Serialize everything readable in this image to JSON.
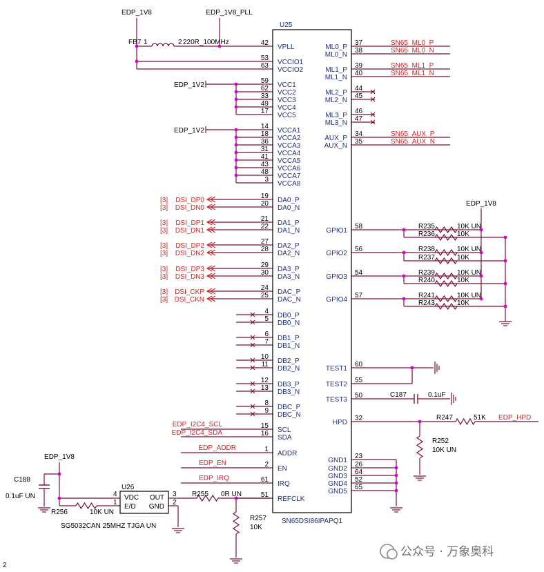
{
  "chip": {
    "ref": "U25",
    "part": "SN65DSI86IPAPQ1",
    "left_pins": [
      {
        "num": "42",
        "name": "VPLL"
      },
      {
        "num": "53",
        "name": "VCCIO1"
      },
      {
        "num": "63",
        "name": "VCCIO2"
      },
      {
        "num": "59",
        "name": "VCC1"
      },
      {
        "num": "62",
        "name": "VCC2"
      },
      {
        "num": "33",
        "name": "VCC3"
      },
      {
        "num": "49",
        "name": "VCC4"
      },
      {
        "num": "17",
        "name": "VCC5"
      },
      {
        "num": "14",
        "name": "VCCA1"
      },
      {
        "num": "18",
        "name": "VCCA2"
      },
      {
        "num": "36",
        "name": "VCCA3"
      },
      {
        "num": "31",
        "name": "VCCA4"
      },
      {
        "num": "41",
        "name": "VCCA5"
      },
      {
        "num": "43",
        "name": "VCCA6"
      },
      {
        "num": "48",
        "name": "VCCA7"
      },
      {
        "num": "3",
        "name": "VCCA8"
      },
      {
        "num": "19",
        "name": "DA0_P"
      },
      {
        "num": "20",
        "name": "DA0_N"
      },
      {
        "num": "21",
        "name": "DA1_P"
      },
      {
        "num": "22",
        "name": "DA1_N"
      },
      {
        "num": "27",
        "name": "DA2_P"
      },
      {
        "num": "28",
        "name": "DA2_N"
      },
      {
        "num": "29",
        "name": "DA3_P"
      },
      {
        "num": "30",
        "name": "DA3_N"
      },
      {
        "num": "24",
        "name": "DAC_P"
      },
      {
        "num": "25",
        "name": "DAC_N"
      },
      {
        "num": "4",
        "name": "DB0_P"
      },
      {
        "num": "5",
        "name": "DB0_N"
      },
      {
        "num": "6",
        "name": "DB1_P"
      },
      {
        "num": "7",
        "name": "DB1_N"
      },
      {
        "num": "10",
        "name": "DB2_P"
      },
      {
        "num": "11",
        "name": "DB2_N"
      },
      {
        "num": "12",
        "name": "DB3_P"
      },
      {
        "num": "13",
        "name": "DB3_N"
      },
      {
        "num": "8",
        "name": "DBC_P"
      },
      {
        "num": "9",
        "name": "DBC_N"
      },
      {
        "num": "15",
        "name": "SCL"
      },
      {
        "num": "16",
        "name": "SDA"
      },
      {
        "num": "1",
        "name": "ADDR"
      },
      {
        "num": "2",
        "name": "EN"
      },
      {
        "num": "61",
        "name": "IRQ"
      },
      {
        "num": "51",
        "name": "REFCLK"
      }
    ],
    "right_pins": [
      {
        "num": "37",
        "name": "ML0_P"
      },
      {
        "num": "38",
        "name": "ML0_N"
      },
      {
        "num": "39",
        "name": "ML1_P"
      },
      {
        "num": "40",
        "name": "ML1_N"
      },
      {
        "num": "44",
        "name": "ML2_P"
      },
      {
        "num": "45",
        "name": "ML2_N"
      },
      {
        "num": "46",
        "name": "ML3_P"
      },
      {
        "num": "47",
        "name": "ML3_N"
      },
      {
        "num": "34",
        "name": "AUX_P"
      },
      {
        "num": "35",
        "name": "AUX_N"
      },
      {
        "num": "58",
        "name": "GPIO1"
      },
      {
        "num": "56",
        "name": "GPIO2"
      },
      {
        "num": "54",
        "name": "GPIO3"
      },
      {
        "num": "57",
        "name": "GPIO4"
      },
      {
        "num": "60",
        "name": "TEST1"
      },
      {
        "num": "55",
        "name": "TEST2"
      },
      {
        "num": "50",
        "name": "TEST3"
      },
      {
        "num": "32",
        "name": "HPD"
      },
      {
        "num": "23",
        "name": "GND1"
      },
      {
        "num": "26",
        "name": "GND2"
      },
      {
        "num": "64",
        "name": "GND3"
      },
      {
        "num": "52",
        "name": "GND4"
      },
      {
        "num": "65",
        "name": "GND5"
      }
    ]
  },
  "nets_left": {
    "edp_1v8_top": "EDP_1V8",
    "edp_1v8_pll": "EDP_1V8_PLL",
    "edp_1v2_vcc": "EDP_1V2",
    "edp_1v2_vcca": "EDP_1V2",
    "dsi": [
      {
        "ref": "[3]",
        "name": "DSI_DP0"
      },
      {
        "ref": "[3]",
        "name": "DSI_DN0"
      },
      {
        "ref": "[3]",
        "name": "DSI_DP1"
      },
      {
        "ref": "[3]",
        "name": "DSI_DN1"
      },
      {
        "ref": "[3]",
        "name": "DSI_DP2"
      },
      {
        "ref": "[3]",
        "name": "DSI_DN2"
      },
      {
        "ref": "[3]",
        "name": "DSI_DP3"
      },
      {
        "ref": "[3]",
        "name": "DSI_DN3"
      },
      {
        "ref": "[3]",
        "name": "DSI_CKP"
      },
      {
        "ref": "[3]",
        "name": "DSI_CKN"
      }
    ],
    "i2c_scl": "EDP_I2C4_SCL",
    "i2c_sda": "EDP_I2C4_SDA",
    "addr": "EDP_ADDR",
    "en": "EDP_EN",
    "irq": "EDP_IRQ"
  },
  "nets_right": {
    "ml": [
      "SN65_ML0_P",
      "SN65_ML0_N",
      "SN65_ML1_P",
      "SN65_ML1_N"
    ],
    "aux": [
      "SN65_AUX_P",
      "SN65_AUX_N"
    ],
    "gpio_supply": "EDP_1V8",
    "hpd": "EDP_HPD"
  },
  "components": {
    "ferrite_ref": "FB7",
    "ferrite_pin1": "1",
    "ferrite_pin2": "2",
    "ferrite_value": "220R_100MHz",
    "gpio_resistors": [
      {
        "ref": "R235",
        "value": "10K UN"
      },
      {
        "ref": "R236",
        "value": "10K"
      },
      {
        "ref": "R238",
        "value": "10K UN"
      },
      {
        "ref": "R237",
        "value": "10K"
      },
      {
        "ref": "R239",
        "value": "10K UN"
      },
      {
        "ref": "R240",
        "value": "10K"
      },
      {
        "ref": "R241",
        "value": "10K UN"
      },
      {
        "ref": "R243",
        "value": "10K"
      }
    ],
    "c187_ref": "C187",
    "c187_value": "0.1uF",
    "r247_ref": "R247",
    "r247_value": "51K",
    "r252_ref": "R252",
    "r252_value": "10K UN",
    "osc_supply": "EDP_1V8",
    "c188_ref": "C188",
    "c188_value": "0.1uF UN",
    "r256_ref": "R256",
    "r256_value": "10K UN",
    "u26_ref": "U26",
    "u26_vdc": "VDC",
    "u26_ed": "E/D",
    "u26_out": "OUT",
    "u26_gnd": "GND",
    "u26_pin4": "4",
    "u26_pin1": "1",
    "u26_pin3": "3",
    "u26_pin2": "2",
    "u26_part": "SG5032CAN 25MHZ TJGA UN",
    "r255_ref": "R255",
    "r255_value": "0R UN",
    "r257_ref": "R257",
    "r257_value": "10K"
  },
  "page_number": "2",
  "watermark": "公众号 · 万象奥科",
  "colors": {
    "pin_text": "#1f2f7a",
    "net_text": "#d61f1f",
    "wire": "#7a1030",
    "junction": "#d400d4"
  }
}
